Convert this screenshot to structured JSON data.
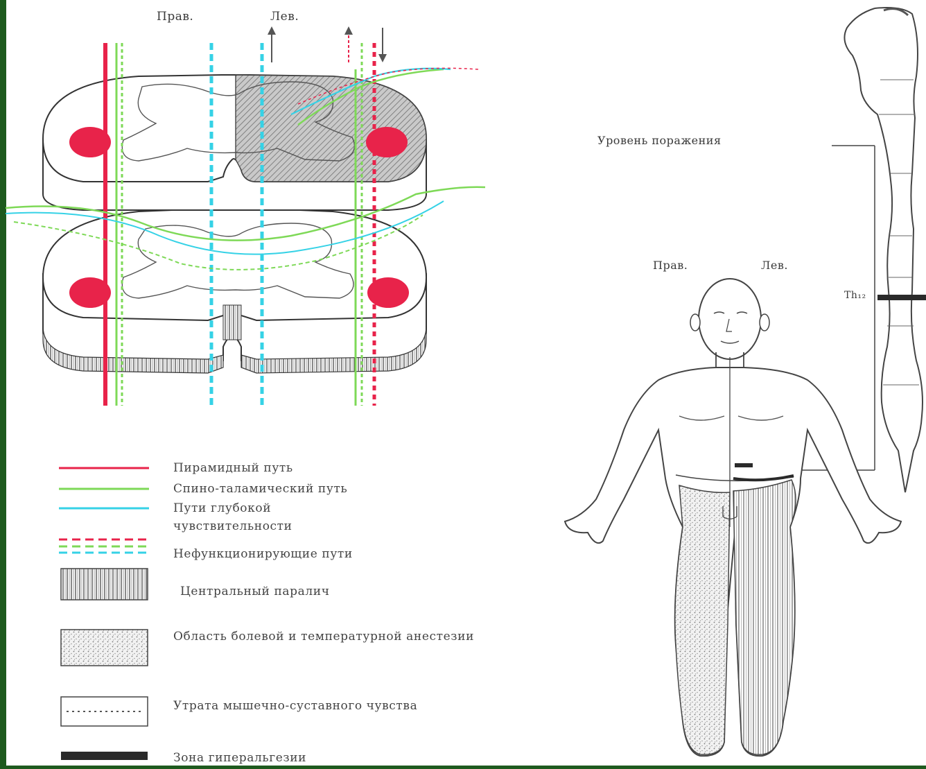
{
  "cord_labels": {
    "right": "Прав.",
    "left": "Лев."
  },
  "body_labels": {
    "right": "Прав.",
    "left": "Лев."
  },
  "lesion_level_label": "Уровень поражения",
  "segment_label": "Th₁₂",
  "colors": {
    "pyramidal": "#e8234a",
    "spinothalamic": "#7ed957",
    "deep_sensitivity": "#35d2e6",
    "frame": "#1e5a1e"
  },
  "legend": [
    {
      "key": "pyramidal",
      "text": "Пирамидный путь"
    },
    {
      "key": "spinothalamic",
      "text": "Спино-таламический путь"
    },
    {
      "key": "deep",
      "text": "Пути глубокой чувствительности"
    },
    {
      "key": "nonfunctional",
      "text": "Нефункционирующие пути"
    },
    {
      "key": "central_paralysis",
      "text": "Центральный паралич"
    },
    {
      "key": "anesthesia",
      "text": "Область болевой и температурной анестезии"
    },
    {
      "key": "proprioception",
      "text": "Утрата мышечно-суставного чувства"
    },
    {
      "key": "hyperalgesia",
      "text": "Зона гиперальгезии"
    }
  ]
}
